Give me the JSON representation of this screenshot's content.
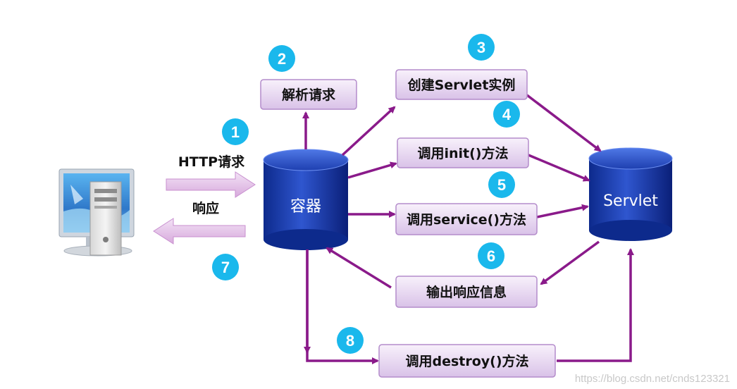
{
  "labels": {
    "request": "HTTP请求",
    "response": "响应"
  },
  "nodes": {
    "container": "容器",
    "servlet": "Servlet"
  },
  "steps": {
    "parse": "解析请求",
    "create": "创建Servlet实例",
    "init": "调用init()方法",
    "service": "调用service()方法",
    "output": "输出响应信息",
    "destroy": "调用destroy()方法"
  },
  "badges": [
    "1",
    "2",
    "3",
    "4",
    "5",
    "6",
    "7",
    "8"
  ],
  "watermark": "https://blog.csdn.net/cnds123321",
  "colors": {
    "arrow": "#8a1a8a",
    "badge": "#1ab8ec",
    "box_top": "#f6eefa",
    "box_bottom": "#dcc6ea",
    "box_border": "#b48ccb",
    "db_light": "#3d62d6",
    "db_dark": "#0a1f78"
  }
}
